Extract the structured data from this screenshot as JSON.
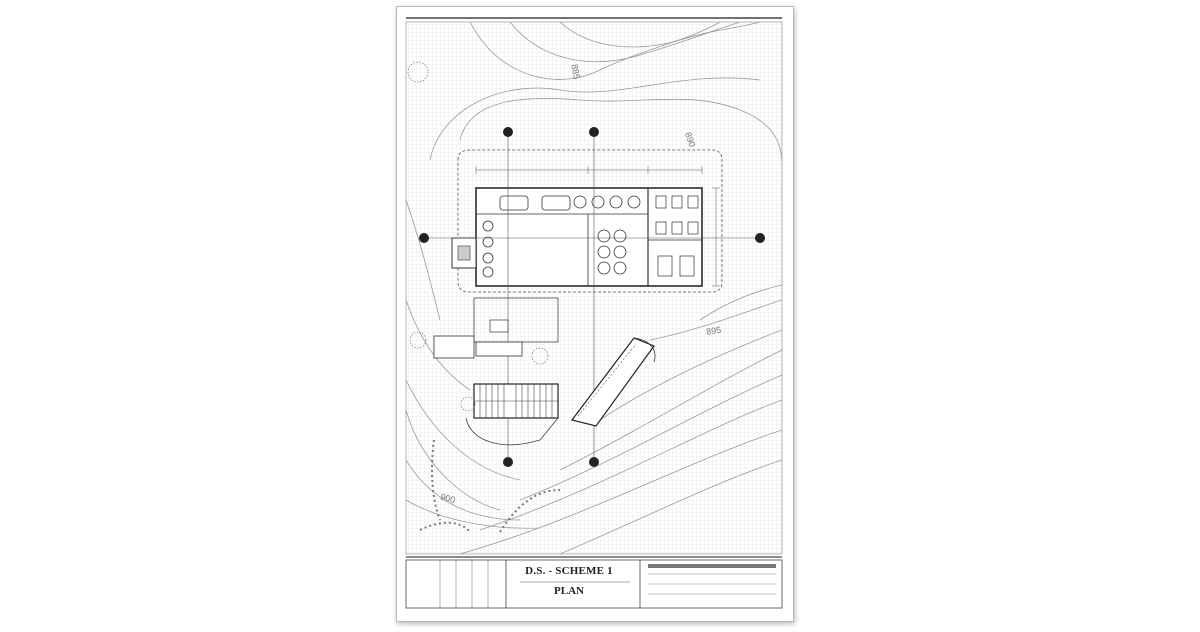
{
  "sheet": {
    "title": "D.S. - SCHEME 1",
    "subtitle": "PLAN"
  },
  "contours": {
    "label_top": "885",
    "label_right": "890",
    "label_mid": "895",
    "label_bottom": "900"
  },
  "colors": {
    "line": "#3a3a3a",
    "contour": "#9a9a9a",
    "grid": "#d9d9d9",
    "paper": "#ffffff"
  }
}
